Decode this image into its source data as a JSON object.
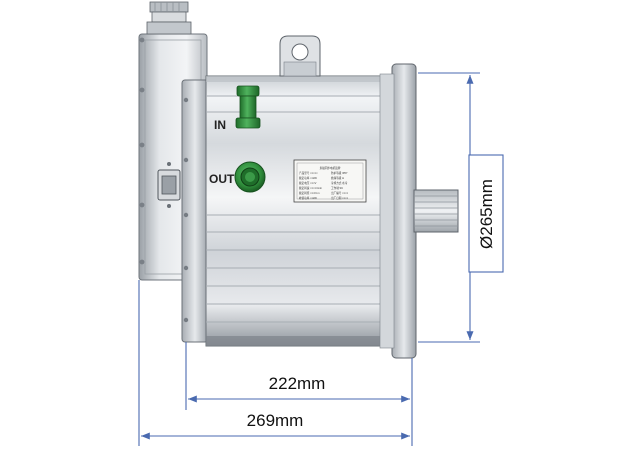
{
  "ports": {
    "inlet": "IN",
    "outlet": "OUT"
  },
  "dimensions": {
    "diameter": "Ø265mm",
    "body_length": "222mm",
    "overall_length": "269mm"
  },
  "nameplate": {
    "title": "永磁同步电机铭牌",
    "rows": [
      [
        "产品型号 ×××××",
        "防护等级 IP67"
      ],
      [
        "额定功率 ××kW",
        "绝缘等级 H"
      ],
      [
        "额定电压 ×××V",
        "冷却方式 水冷"
      ],
      [
        "额定转速 ××××r/min",
        "工作制 S9"
      ],
      [
        "额定转矩 ×××N·m",
        "出厂编号 ××××"
      ],
      [
        "峰值功率 ××kW",
        "出厂日期 ××××"
      ]
    ]
  },
  "colors": {
    "dimension_line": "#4a6ab0",
    "fitting_green": "#2e8b3a",
    "housing_light": "#e9ecef",
    "housing_dark": "#8d939a"
  }
}
